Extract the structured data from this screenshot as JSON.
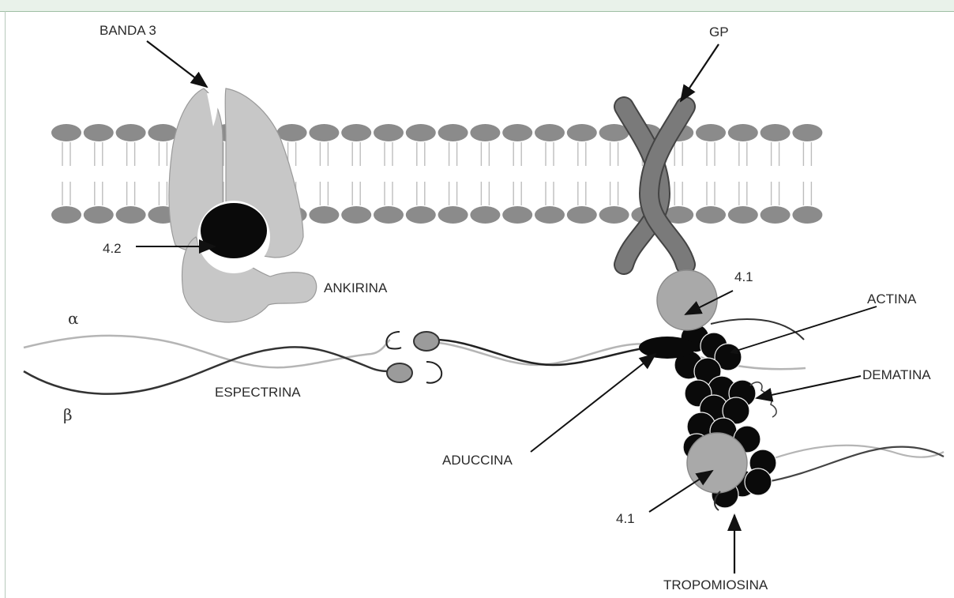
{
  "labels": {
    "banda3": "BANDA 3",
    "gp": "GP",
    "p42": "4.2",
    "ankirina": "ANKIRINA",
    "p41_top": "4.1",
    "actina": "ACTINA",
    "alpha": "α",
    "beta": "β",
    "espectrina": "ESPECTRINA",
    "dematina": "DEMATINA",
    "aduccina": "ADUCCINA",
    "p41_bottom": "4.1",
    "tropomiosina": "TROPOMIOSINA"
  },
  "colors": {
    "lipid_head": "#8b8b8b",
    "protein_light": "#c7c7c7",
    "protein_dark": "#777777",
    "black_protein": "#0a0a0a",
    "line": "#1a1a1a",
    "spectrin_light": "#b5b5b5"
  }
}
